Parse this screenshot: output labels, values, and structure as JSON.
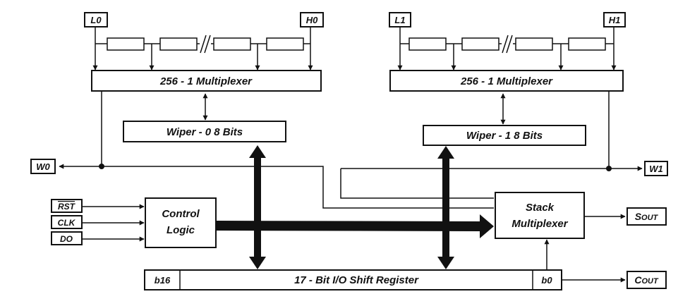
{
  "pins": {
    "l0": "L0",
    "h0": "H0",
    "l1": "L1",
    "h1": "H1",
    "w0": "W0",
    "w1": "W1",
    "rst": "RST",
    "clk": "CLK",
    "do": "DO",
    "sout_main": "S",
    "sout_sub": "OUT",
    "cout_main": "C",
    "cout_sub": "OUT"
  },
  "blocks": {
    "mux0": "256 - 1 Multiplexer",
    "mux1": "256 - 1 Multiplexer",
    "wiper0": "Wiper - 0 8 Bits",
    "wiper1": "Wiper - 1 8 Bits",
    "control_line1": "Control",
    "control_line2": "Logic",
    "stack_line1": "Stack",
    "stack_line2": "Multiplexer",
    "shift_register": "17 - Bit I/O Shift Register",
    "b16": "b16",
    "b0": "b0"
  }
}
